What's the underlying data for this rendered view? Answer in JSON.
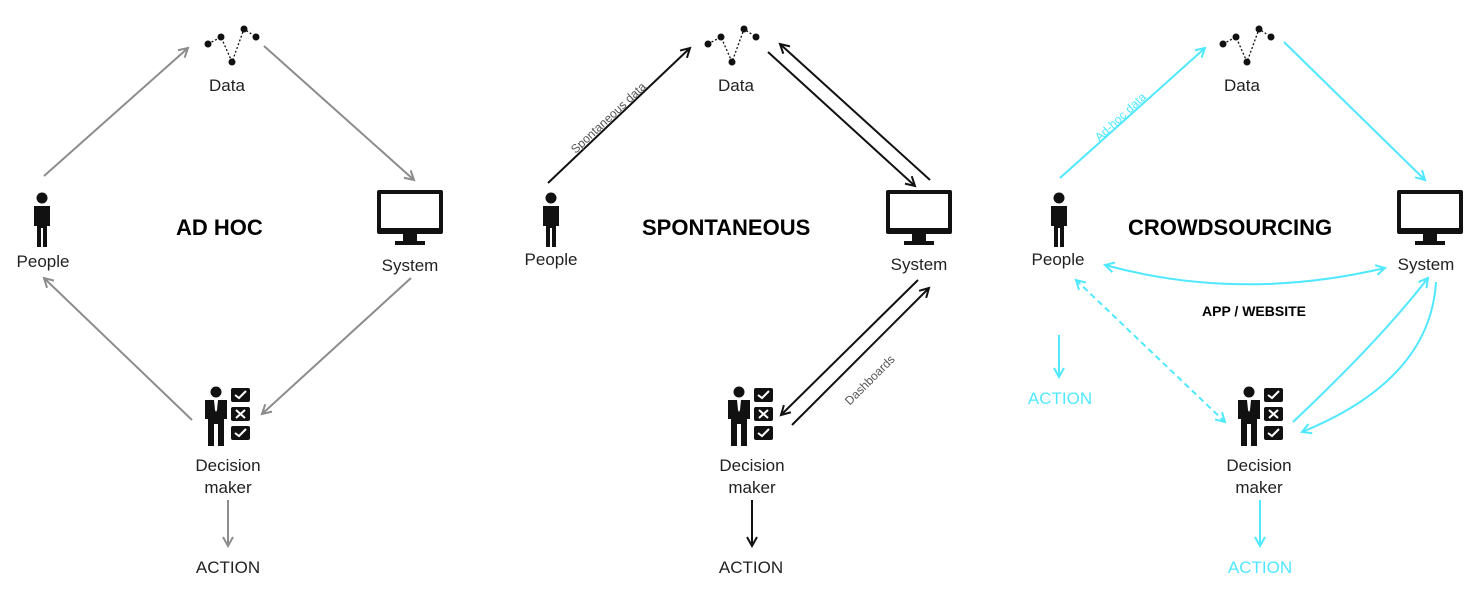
{
  "colors": {
    "adhoc": "#8c8c8c",
    "spontaneous": "#111111",
    "crowdsourcing": "#4fe8ff"
  },
  "panels": [
    {
      "id": "adhoc",
      "title": "AD HOC",
      "data_label": "Data",
      "people_label": "People",
      "system_label": "System",
      "decision_label_line1": "Decision",
      "decision_label_line2": "maker",
      "action_label": "ACTION"
    },
    {
      "id": "spontaneous",
      "title": "SPONTANEOUS",
      "data_label": "Data",
      "people_label": "People",
      "system_label": "System",
      "decision_label_line1": "Decision",
      "decision_label_line2": "maker",
      "action_label": "ACTION",
      "edge_people_data": "Spontaneous data",
      "edge_decision_system": "Dashboards"
    },
    {
      "id": "crowdsourcing",
      "title": "CROWDSOURCING",
      "data_label": "Data",
      "people_label": "People",
      "system_label": "System",
      "decision_label_line1": "Decision",
      "decision_label_line2": "maker",
      "action_label": "ACTION",
      "people_action_label": "ACTION",
      "edge_people_data": "Ad-hoc data",
      "edge_people_system": "APP / WEBSITE"
    }
  ],
  "icons": [
    "data-dots-icon",
    "person-icon",
    "monitor-icon",
    "decision-maker-icon"
  ]
}
